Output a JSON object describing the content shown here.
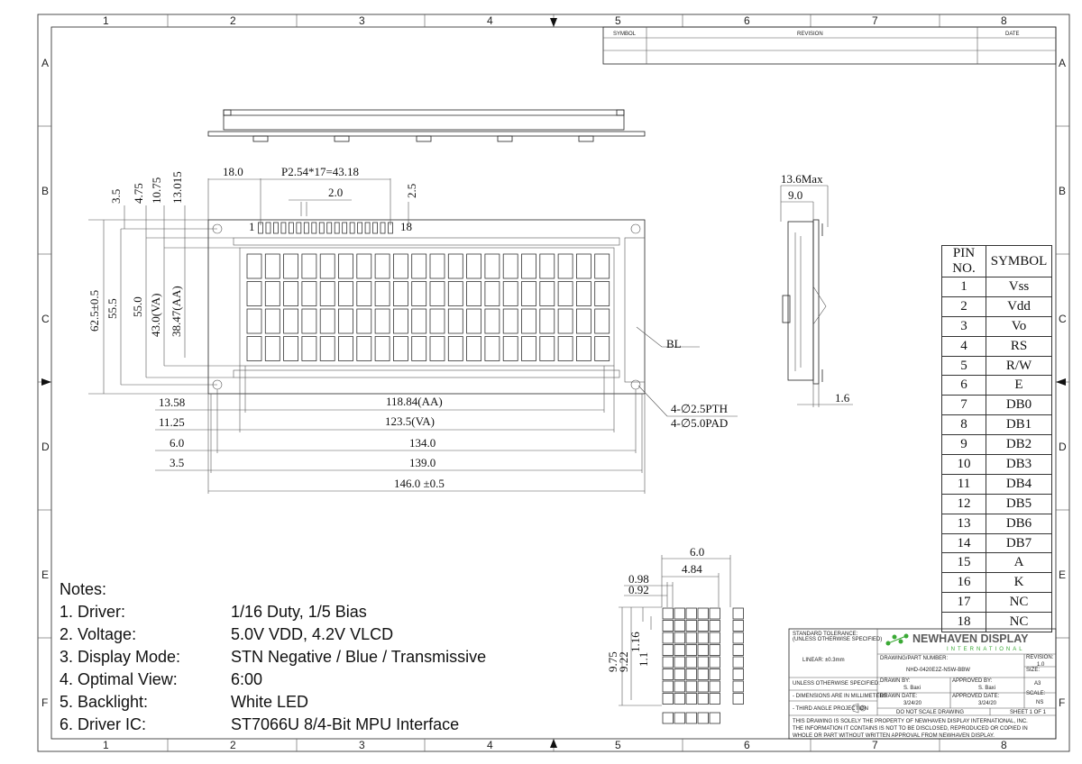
{
  "zones": {
    "columns": [
      "1",
      "2",
      "3",
      "4",
      "5",
      "6",
      "7",
      "8"
    ],
    "rows": [
      "A",
      "B",
      "C",
      "D",
      "E",
      "F"
    ]
  },
  "revision_block": {
    "symbol": "SYMBOL",
    "revision": "REVISION",
    "date": "DATE"
  },
  "dimensions": {
    "top": {
      "d18": "18.0",
      "pitch": "P2.54*17=43.18",
      "d2": "2.0",
      "d25": "2.5",
      "pin_first": "1",
      "pin_last": "18"
    },
    "left": {
      "h35": "3.5",
      "h475": "4.75",
      "h1075": "10.75",
      "h13015": "13.015",
      "h625": "62.5±0.5",
      "h555": "55.5",
      "h55": "55.0",
      "h43": "43.0(VA)",
      "h3847": "38.47(AA)"
    },
    "bottom": {
      "d1358": "13.58",
      "d11884": "118.84(AA)",
      "d1125": "11.25",
      "d1235": "123.5(VA)",
      "d6": "6.0",
      "d134": "134.0",
      "d35": "3.5",
      "d139": "139.0",
      "d146": "146.0 ±0.5"
    },
    "callouts": {
      "bl": "BL",
      "holes1": "4-∅2.5PTH",
      "holes2": "4-∅5.0PAD"
    },
    "side": {
      "max": "13.6Max",
      "d9": "9.0",
      "d16": "1.6"
    },
    "char": {
      "w6": "6.0",
      "w484": "4.84",
      "w098": "0.98",
      "w092": "0.92",
      "h975": "9.75",
      "h922": "9.22",
      "h116": "1.16",
      "h11": "1.1"
    }
  },
  "pin_table": {
    "headers": [
      "PIN NO.",
      "SYMBOL"
    ],
    "rows": [
      [
        "1",
        "Vss"
      ],
      [
        "2",
        "Vdd"
      ],
      [
        "3",
        "Vo"
      ],
      [
        "4",
        "RS"
      ],
      [
        "5",
        "R/W"
      ],
      [
        "6",
        "E"
      ],
      [
        "7",
        "DB0"
      ],
      [
        "8",
        "DB1"
      ],
      [
        "9",
        "DB2"
      ],
      [
        "10",
        "DB3"
      ],
      [
        "11",
        "DB4"
      ],
      [
        "12",
        "DB5"
      ],
      [
        "13",
        "DB6"
      ],
      [
        "14",
        "DB7"
      ],
      [
        "15",
        "A"
      ],
      [
        "16",
        "K"
      ],
      [
        "17",
        "NC"
      ],
      [
        "18",
        "NC"
      ]
    ]
  },
  "notes": {
    "title": "Notes:",
    "items": [
      {
        "key": "1. Driver:",
        "value": "1/16 Duty, 1/5 Bias"
      },
      {
        "key": "2. Voltage:",
        "value": "5.0V VDD, 4.2V VLCD"
      },
      {
        "key": "3. Display Mode:",
        "value": "STN Negative / Blue / Transmissive"
      },
      {
        "key": "4. Optimal View:",
        "value": "6:00"
      },
      {
        "key": "5. Backlight:",
        "value": "White LED"
      },
      {
        "key": "6. Driver IC:",
        "value": "ST7066U 8/4-Bit MPU Interface"
      }
    ]
  },
  "title_block": {
    "tolerance_label": "STANDARD TOLERANCE:",
    "tolerance_sub": "(UNLESS OTHERWISE SPECIFIED)",
    "linear": "LINEAR:   ±0.3mm",
    "unless": "UNLESS OTHERWISE SPECIFIED:",
    "dims_mm": "- DIMENSIONS ARE IN MILLIMETERS",
    "third_angle": "- THIRD ANGLE PROJECTION",
    "logo_main": "NEWHAVEN DISPLAY",
    "logo_sub": "INTERNATIONAL",
    "part_label": "DRAWING/PART NUMBER:",
    "part_number": "NHD-0420E2Z-NSW-BBW",
    "revision_label": "REVISION:",
    "revision": "1.0",
    "size_label": "SIZE:",
    "size": "A3",
    "drawn_by_label": "DRAWN BY:",
    "drawn_by": "S. Baxi",
    "approved_by_label": "APPROVED BY:",
    "approved_by": "S. Baxi",
    "scale_label": "SCALE:",
    "scale": "NS",
    "drawn_date_label": "DRAWN DATE:",
    "drawn_date": "3/24/20",
    "approved_date_label": "APPROVED DATE:",
    "approved_date": "3/24/20",
    "no_scale": "DO NOT SCALE DRAWING",
    "sheet": "SHEET 1 OF 1",
    "disclaimer1": "THIS DRAWING IS SOLELY THE PROPERTY OF NEWHAVEN DISPLAY INTERNATIONAL, INC.",
    "disclaimer2": "THE INFORMATION IT CONTAINS IS NOT TO BE DISCLOSED, REPRODUCED OR COPIED IN",
    "disclaimer3": "WHOLE OR PART WITHOUT WRITTEN APPROVAL FROM NEWHAVEN DISPLAY."
  },
  "colors": {
    "logo_green": "#3aa935",
    "logo_text": "#5a5a5a"
  }
}
